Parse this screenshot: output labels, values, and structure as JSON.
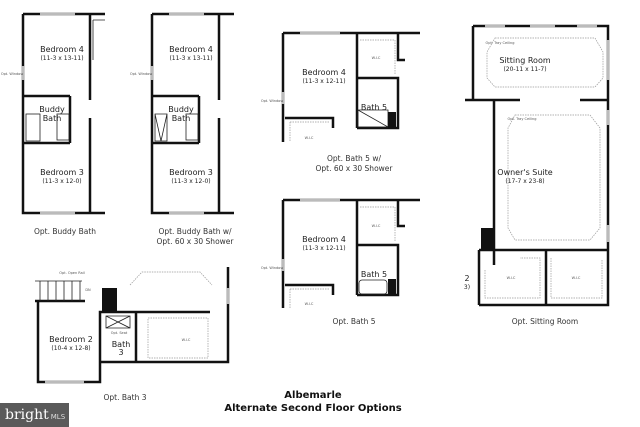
{
  "title": {
    "line1": "Albemarle",
    "line2": "Alternate Second Floor Options"
  },
  "panels": {
    "buddy_bath": {
      "caption": "Opt. Buddy Bath",
      "bedroom4": "Bedroom 4",
      "bedroom4_dim": "(11-3 x 13-11)",
      "bath1": "Buddy",
      "bath2": "Bath",
      "bedroom3": "Bedroom 3",
      "bedroom3_dim": "(11-3 x 12-0)",
      "window": "Opt. Window"
    },
    "buddy_bath_shower": {
      "caption1": "Opt. Buddy Bath w/",
      "caption2": "Opt. 60 x 30 Shower",
      "bedroom4": "Bedroom 4",
      "bedroom4_dim": "(11-3 x 13-11)",
      "bath1": "Buddy",
      "bath2": "Bath",
      "bedroom3": "Bedroom 3",
      "bedroom3_dim": "(11-3 x 12-0)",
      "window": "Opt. Window"
    },
    "bath5_shower": {
      "caption1": "Opt. Bath 5 w/",
      "caption2": "Opt. 60 x 30 Shower",
      "bedroom4": "Bedroom 4",
      "bedroom4_dim": "(11-3 x 12-11)",
      "bath": "Bath 5",
      "wic1": "W.I.C",
      "wic2": "W.I.C",
      "window": "Opt. Window"
    },
    "bath5": {
      "caption": "Opt. Bath 5",
      "bedroom4": "Bedroom 4",
      "bedroom4_dim": "(11-3 x 12-11)",
      "bath": "Bath 5",
      "wic1": "W.I.C",
      "wic2": "W.I.C",
      "window": "Opt. Window"
    },
    "sitting_room": {
      "caption": "Opt. Sitting Room",
      "sitting": "Sitting Room",
      "sitting_dim": "(20-11 x 11-7)",
      "tray1": "Opt. Tray Ceiling",
      "tray2": "Opt. Tray Ceiling",
      "suite": "Owner's Suite",
      "suite_dim": "(17-7 x 23-8)",
      "wic1": "W.I.C",
      "wic2": "W.I.C",
      "partial1": "2",
      "partial2": "3)"
    },
    "bath3": {
      "caption": "Opt. Bath 3",
      "bedroom2": "Bedroom 2",
      "bedroom2_dim": "(10-4 x 12-8)",
      "bath1": "Bath",
      "bath2": "3",
      "wic": "W.I.C",
      "rail": "Opt. Open Rail",
      "dn": "DN",
      "seat": "Opt. Seat"
    }
  },
  "watermark": {
    "brand": "bright",
    "suffix": "MLS"
  }
}
